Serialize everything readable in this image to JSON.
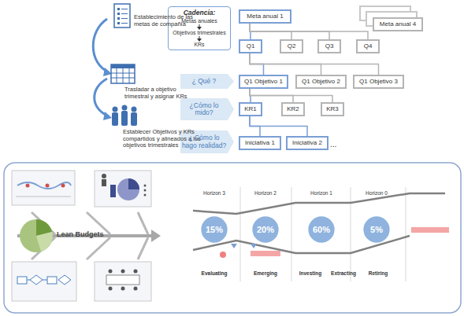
{
  "diagram": {
    "nodes": [
      {
        "text": [
          "Cadencia:",
          "Metas anuales",
          "Objetivos trimestrales",
          "KRs"
        ]
      },
      {
        "text": [
          "Meta anual 1"
        ]
      },
      {
        "text": [
          "Meta anual 4"
        ]
      },
      {
        "text": [
          "Q1"
        ]
      },
      {
        "text": [
          "Q2"
        ]
      },
      {
        "text": [
          "Q3"
        ]
      },
      {
        "text": [
          "Q4"
        ]
      },
      {
        "text": [
          "¿ Qué ?"
        ]
      },
      {
        "text": [
          "¿Cómo lo mido?"
        ]
      },
      {
        "text": [
          "¿ Cómo lo hago realidad?"
        ]
      },
      {
        "text": [
          "Q1 Objetivo 1"
        ]
      },
      {
        "text": [
          "Q1 Objetivo 2"
        ]
      },
      {
        "text": [
          "Q1 Objetivo 3"
        ]
      },
      {
        "text": [
          "KR1"
        ]
      },
      {
        "text": [
          "KR2"
        ]
      },
      {
        "text": [
          "KR3"
        ]
      },
      {
        "text": [
          "Iniciativa 1"
        ]
      },
      {
        "text": [
          "Iniciativa 2"
        ]
      },
      {
        "text": [
          "15%"
        ]
      },
      {
        "text": [
          "20%"
        ]
      },
      {
        "text": [
          "60%"
        ]
      },
      {
        "text": [
          "5%"
        ]
      }
    ],
    "edges": [
      {
        "from": 1,
        "to": 3,
        "arrow": "none"
      },
      {
        "from": 1,
        "to": 4,
        "arrow": "none"
      },
      {
        "from": 1,
        "to": 5,
        "arrow": "none"
      },
      {
        "from": 1,
        "to": 6,
        "arrow": "none"
      },
      {
        "from": 3,
        "to": 10,
        "arrow": "none"
      },
      {
        "from": 3,
        "to": 11,
        "arrow": "none"
      },
      {
        "from": 3,
        "to": 12,
        "arrow": "none"
      },
      {
        "from": 10,
        "to": 13,
        "arrow": "none"
      },
      {
        "from": 10,
        "to": 14,
        "arrow": "none"
      },
      {
        "from": 10,
        "to": 15,
        "arrow": "none"
      },
      {
        "from": 13,
        "to": 16,
        "arrow": "none"
      },
      {
        "from": 13,
        "to": 17,
        "arrow": "none"
      }
    ],
    "labels": [
      "Establecimiento de las metas de compañía",
      "Trasladar a objetivo trimestral y asignar KRs",
      "Establecer Objetivos y KRs compartidos y alineados a los objetivos trimestrales",
      "...",
      "Lean Budgets",
      "Horizon 3",
      "Horizon 2",
      "Horizon 1",
      "Horizon 0",
      "Evaluating",
      "Emerging",
      "Investing",
      "Extracting",
      "Retiring"
    ]
  }
}
